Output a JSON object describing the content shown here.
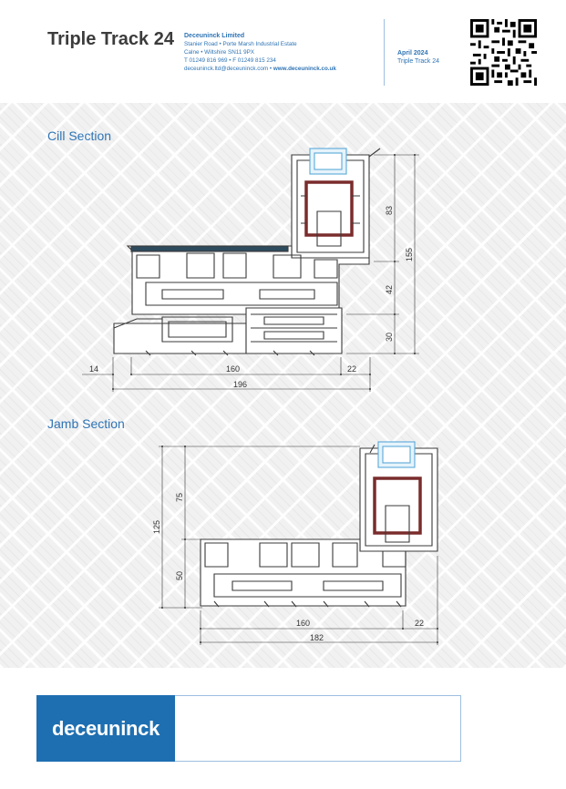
{
  "page": {
    "title": "Triple Track 24"
  },
  "sections": {
    "cill": {
      "title": "Cill Section",
      "dimensions": {
        "offset_left": "14",
        "frame_width": "160",
        "overlap_right": "22",
        "total_width": "196",
        "height_upper": "83",
        "height_middle": "42",
        "height_lower": "30",
        "total_height": "155"
      }
    },
    "jamb": {
      "title": "Jamb Section",
      "dimensions": {
        "height_upper": "75",
        "height_lower": "50",
        "total_height": "125",
        "frame_width": "160",
        "overlap_right": "22",
        "total_width": "182"
      }
    }
  },
  "footer": {
    "logo": "deceuninck",
    "company": "Deceuninck Limited",
    "address_line1": "Stanier Road • Porte Marsh Industrial Estate",
    "address_line2": "Calne • Wiltshire SN11 9PX",
    "phone": "T 01249 816 969 • F 01249 815 234",
    "email": "deceuninck.ltd@deceuninck.com • ",
    "website": "www.deceuninck.co.uk",
    "date": "April 2024",
    "product": "Triple Track 24"
  },
  "colors": {
    "accent_blue": "#2f74b5",
    "logo_blue": "#1e6fb1",
    "profile_dark": "#3a3a3a",
    "reinforcement_red": "#7a2c2c",
    "glass_blue": "#5aa8d8"
  }
}
